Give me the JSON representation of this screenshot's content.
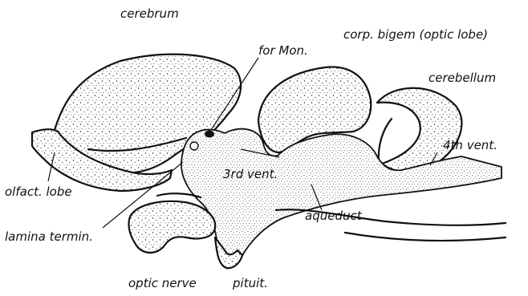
{
  "labels": {
    "cerebrum": "cerebrum",
    "for_mon": "for Mon.",
    "corp_bigem": "corp. bigem (optic lobe)",
    "cerebellum": "cerebellum",
    "fourth_vent": "4th vent.",
    "third_vent": "3rd vent.",
    "olfact_lobe": "olfact. lobe",
    "aqueduct": "aqueduct",
    "lamina_termin": "lamina termin.",
    "optic_nerve": "optic nerve",
    "pituit": "pituit."
  },
  "colors": {
    "ink": "#111111",
    "paper": "#ffffff"
  }
}
